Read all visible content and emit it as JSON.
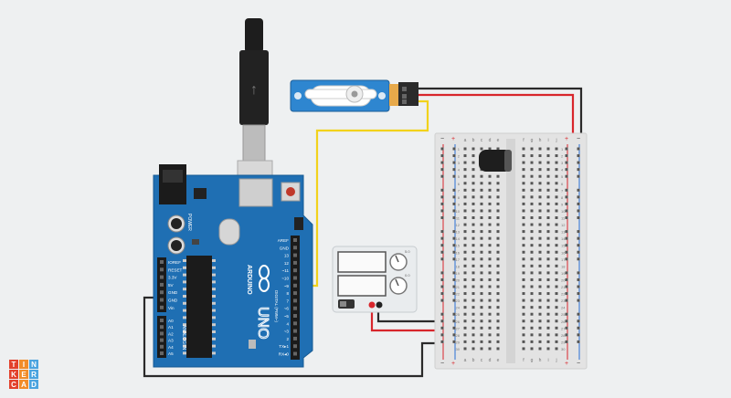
{
  "app": {
    "logo_letters": [
      "T",
      "I",
      "N",
      "K",
      "E",
      "R",
      "C",
      "A",
      "D"
    ],
    "logo_colors": [
      "#e2412b",
      "#f28c28",
      "#4aa3df",
      "#e2412b",
      "#f28c28",
      "#4aa3df",
      "#e2412b",
      "#f28c28",
      "#4aa3df"
    ]
  },
  "arduino": {
    "brand": "ARDUINO",
    "model": "UNO",
    "digital_label": "DIGITAL (PWM~)",
    "power_label": "POWER",
    "analog_label": "ANALOG IN",
    "header_digital": [
      "AREF",
      "GND",
      "13",
      "12",
      "~11",
      "~10",
      "~9",
      "8",
      "7",
      "~6",
      "~5",
      "4",
      "~3",
      "2",
      "TX▸1",
      "RX◂0"
    ],
    "header_power": [
      "IOREF",
      "RESET",
      "3.3V",
      "5V",
      "GND",
      "GND",
      "Vin"
    ],
    "header_analog": [
      "A0",
      "A1",
      "A2",
      "A3",
      "A4",
      "A5"
    ]
  },
  "breadboard": {
    "col_letters_left": [
      "a",
      "b",
      "c",
      "d",
      "e"
    ],
    "col_letters_right": [
      "f",
      "g",
      "h",
      "i",
      "j"
    ],
    "rail_plus": "+",
    "rail_minus": "−",
    "row_numbers": [
      "1",
      "2",
      "3",
      "4",
      "5",
      "6",
      "7",
      "8",
      "9",
      "10",
      "11",
      "12",
      "13",
      "14",
      "15",
      "16",
      "17",
      "18",
      "19",
      "20",
      "21",
      "22",
      "23",
      "24",
      "25",
      "26",
      "27",
      "28",
      "29",
      "30"
    ]
  },
  "power_supply": {
    "knob_labels": [
      "5.0",
      "0.0"
    ]
  },
  "colors": {
    "board_blue": "#1f6fb3",
    "wire_red": "#d8262c",
    "wire_black": "#2a2a2a",
    "wire_yellow": "#f2d21b",
    "servo_blue": "#2e86d0"
  }
}
